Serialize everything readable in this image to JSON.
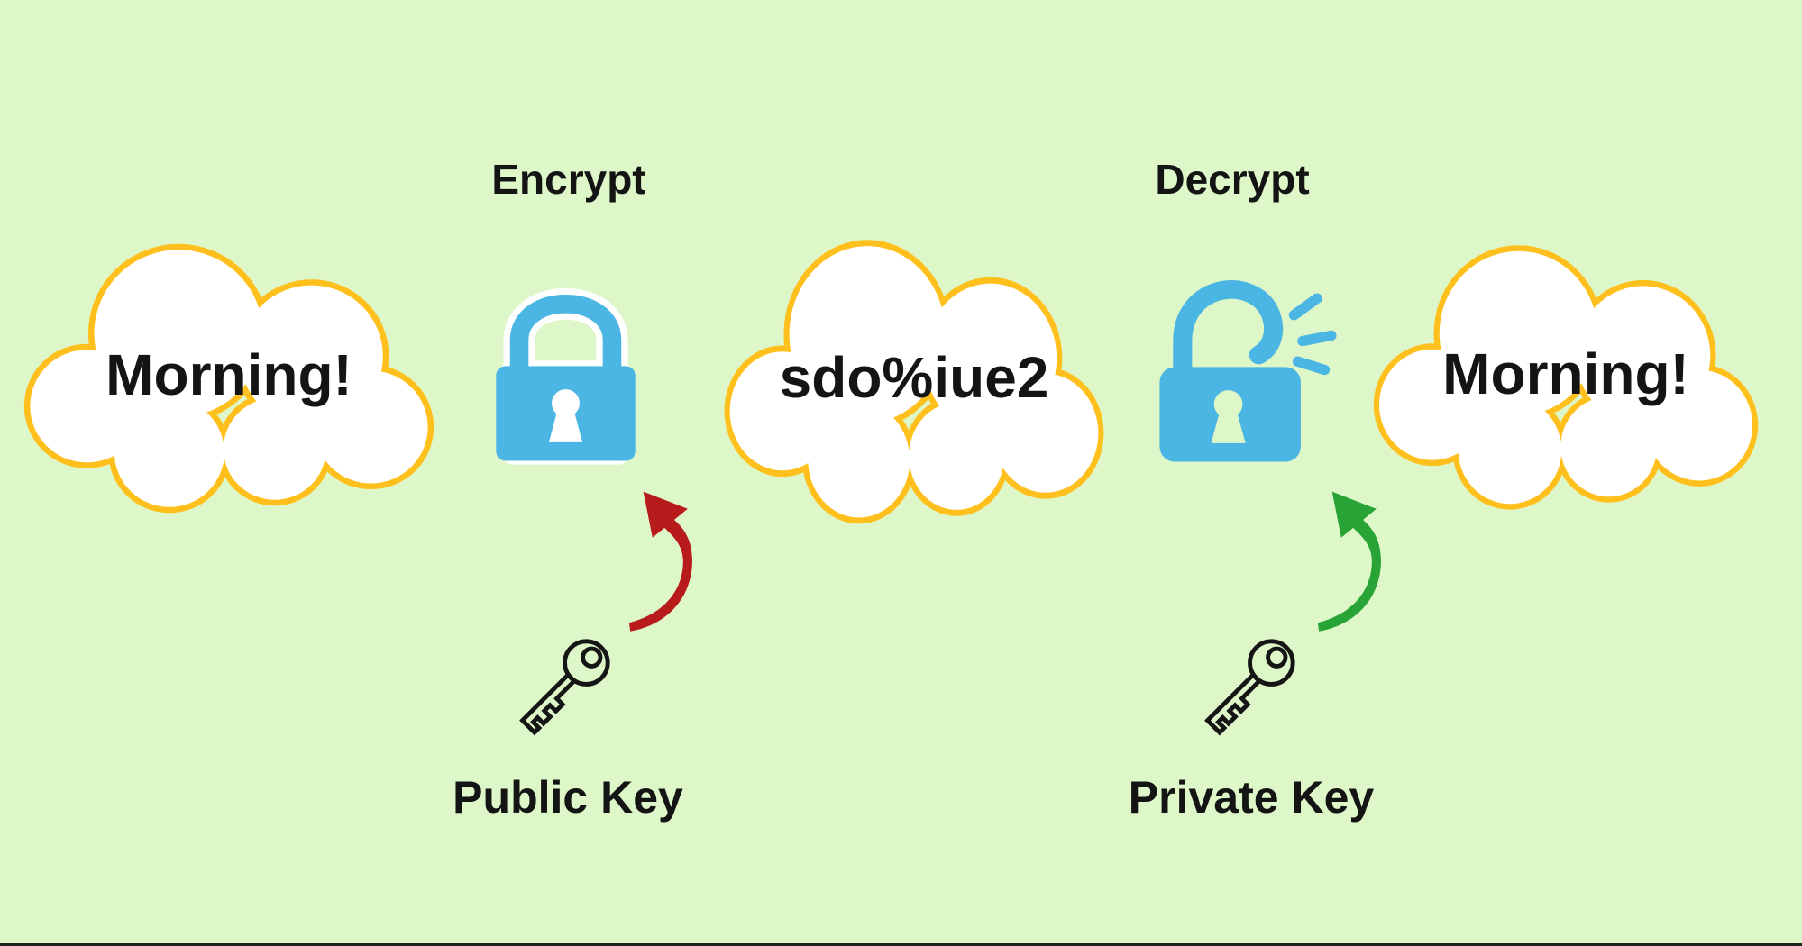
{
  "canvas": {
    "background": "#def7c8"
  },
  "colors": {
    "background": "#def7c8",
    "cloud_border": "#ffc01e",
    "cloud_fill": "#ffffff",
    "lock_blue": "#4bb6e4",
    "arrow_red": "#b81b1b",
    "arrow_green": "#28a437",
    "key_outline": "#151515",
    "text": "#141414"
  },
  "labels": {
    "encrypt": "Encrypt",
    "decrypt": "Decrypt",
    "public_key": "Public Key",
    "private_key": "Private Key"
  },
  "clouds": {
    "plaintext": {
      "text": "Morning!"
    },
    "ciphertext": {
      "text": "sdo%iue2"
    },
    "decrypted": {
      "text": "Morning!"
    }
  },
  "icons": {
    "encrypt_step": "closed-padlock-icon",
    "decrypt_step": "open-padlock-icon",
    "public_key": "key-icon",
    "private_key": "key-icon",
    "public_key_arrow": "curved-arrow-icon",
    "private_key_arrow": "curved-arrow-icon"
  }
}
